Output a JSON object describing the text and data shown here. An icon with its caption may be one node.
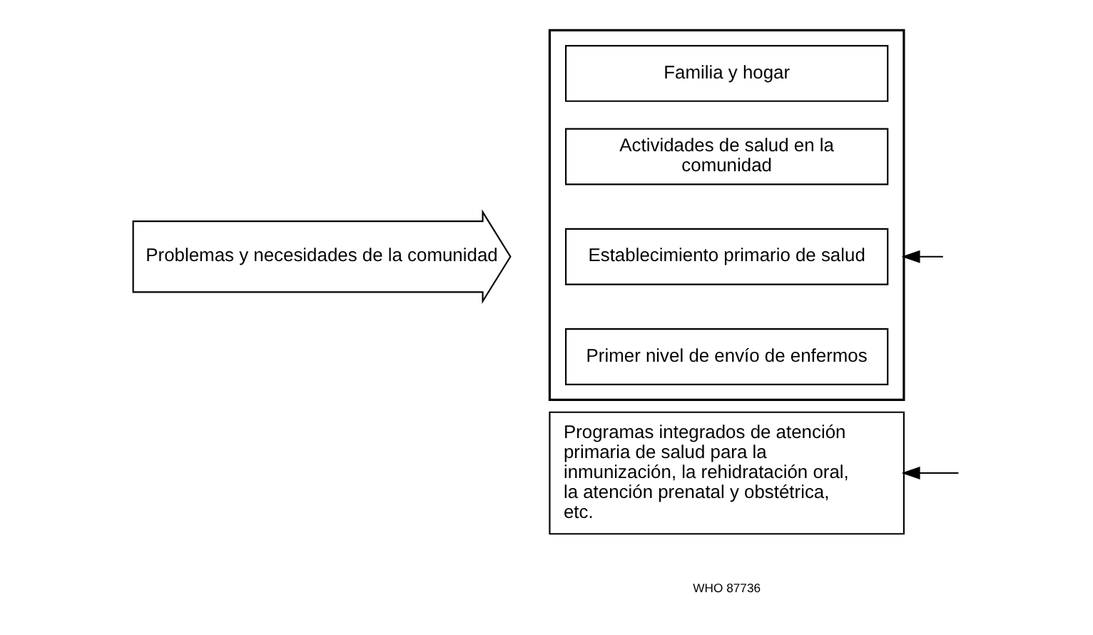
{
  "diagram": {
    "nodes": [
      {
        "text": [
          "Problemas y necesidades de la comunidad"
        ]
      },
      {
        "text": [],
        "shape": "box"
      },
      {
        "text": [
          "Familia y hogar"
        ],
        "in": 1
      },
      {
        "text": [
          "Actividades de salud en la comunidad"
        ],
        "in": 1
      },
      {
        "text": [
          "Establecimiento primario de salud"
        ],
        "in": 1
      },
      {
        "text": [
          "Primer nivel de envío de enfermos"
        ],
        "in": 1
      },
      {
        "text": [
          "Programas integrados de atención primaria de salud para la inmunización, la rehidratación oral, la atención prenatal y obstétrica, etc."
        ]
      }
    ],
    "edges": [
      {
        "from": null,
        "to": 1,
        "arrow": "to"
      },
      {
        "from": null,
        "to": 6,
        "arrow": "to"
      }
    ],
    "labels": [
      "WHO 87736"
    ]
  }
}
